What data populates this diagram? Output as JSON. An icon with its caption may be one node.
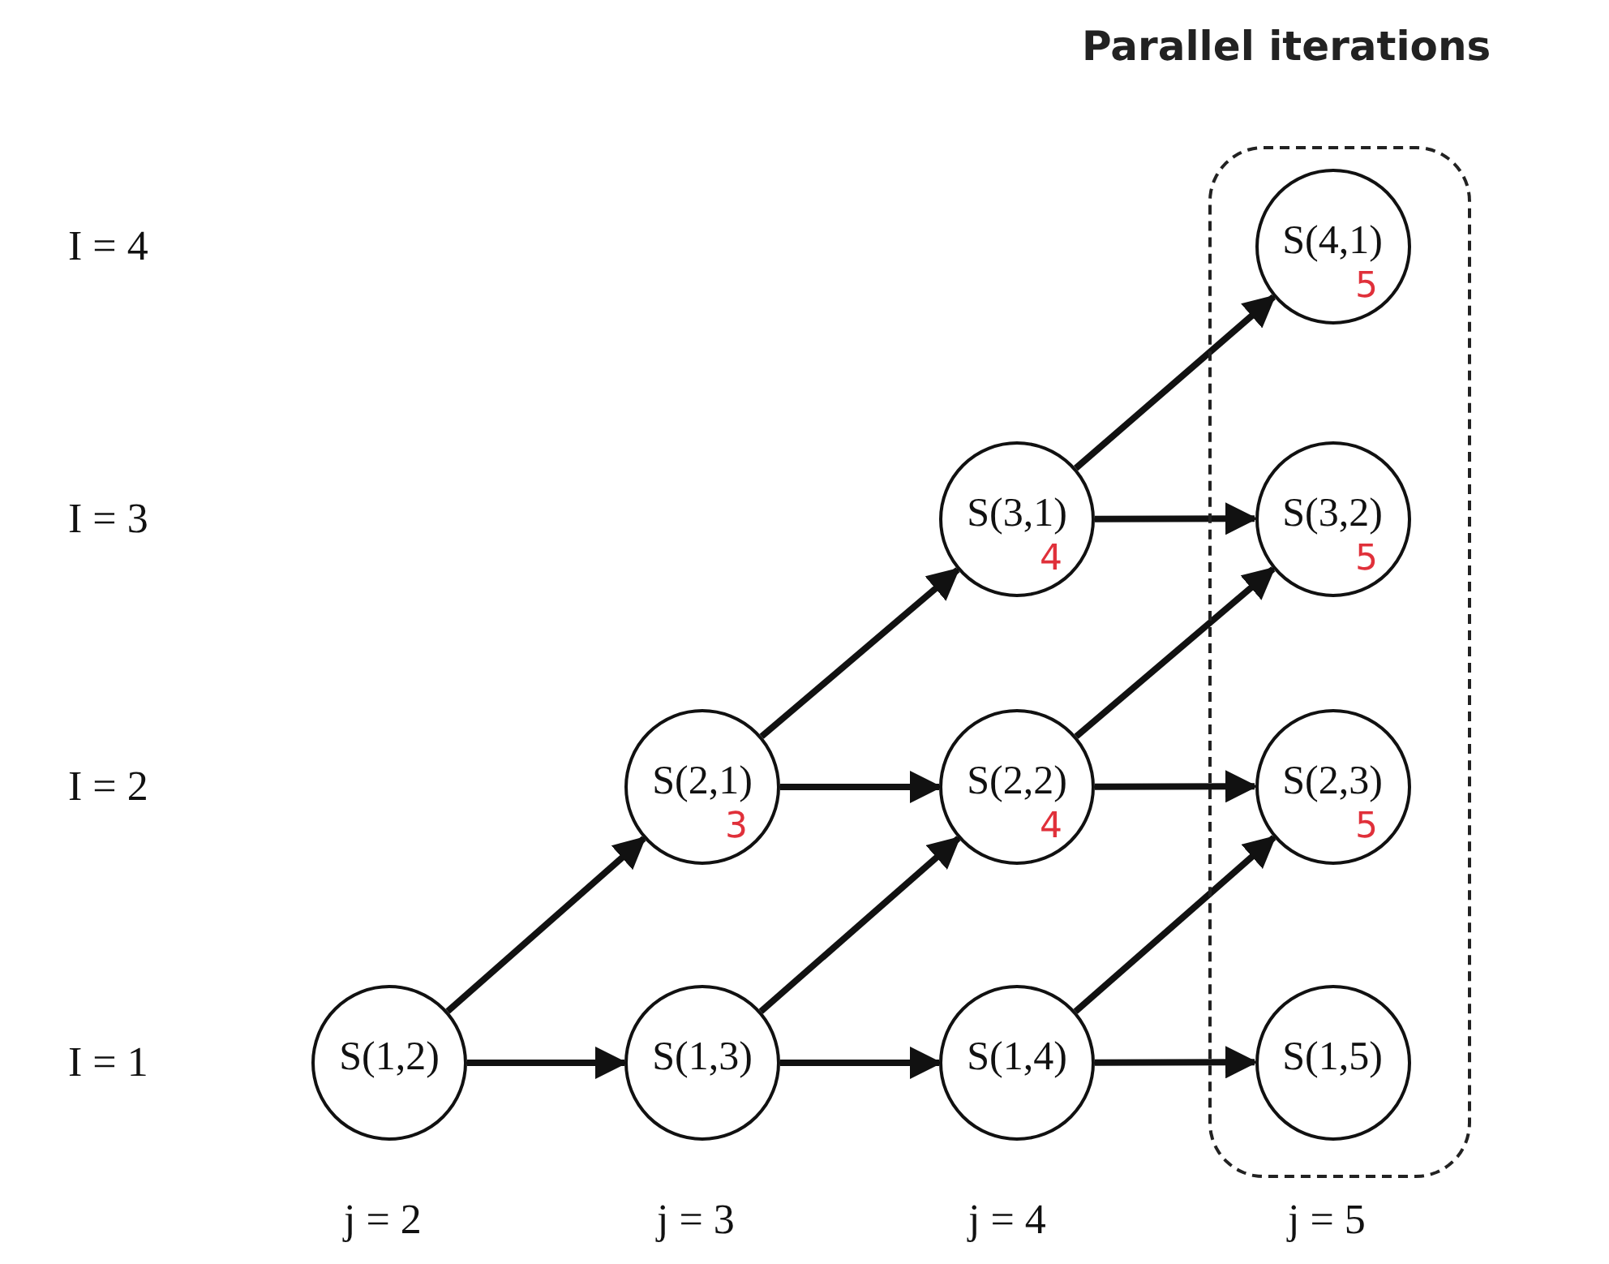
{
  "diagram": {
    "nodes": [
      {
        "text": [
          "Parallel iterations"
        ]
      },
      {
        "text": [
          "S(4,1)",
          "5"
        ],
        "in": 0
      },
      {
        "text": [
          "S(3,1)",
          "4"
        ]
      },
      {
        "text": [
          "S(3,2)",
          "5"
        ],
        "in": 0
      },
      {
        "text": [
          "S(2,1)",
          "3"
        ]
      },
      {
        "text": [
          "S(2,2)",
          "4"
        ]
      },
      {
        "text": [
          "S(2,3)",
          "5"
        ],
        "in": 0
      },
      {
        "text": [
          "S(1,2)"
        ]
      },
      {
        "text": [
          "S(1,3)"
        ]
      },
      {
        "text": [
          "S(1,4)"
        ]
      },
      {
        "text": [
          "S(1,5)"
        ],
        "in": 0
      }
    ],
    "edges": [
      {
        "from": 7,
        "to": 8,
        "arrow": "to"
      },
      {
        "from": 7,
        "to": 4,
        "arrow": "to"
      },
      {
        "from": 8,
        "to": 9,
        "arrow": "to"
      },
      {
        "from": 8,
        "to": 5,
        "arrow": "to"
      },
      {
        "from": 4,
        "to": 5,
        "arrow": "to"
      },
      {
        "from": 4,
        "to": 2,
        "arrow": "to"
      },
      {
        "from": 9,
        "to": 10,
        "arrow": "to"
      },
      {
        "from": 9,
        "to": 6,
        "arrow": "to"
      },
      {
        "from": 5,
        "to": 6,
        "arrow": "to"
      },
      {
        "from": 5,
        "to": 3,
        "arrow": "to"
      },
      {
        "from": 2,
        "to": 3,
        "arrow": "to"
      },
      {
        "from": 2,
        "to": 1,
        "arrow": "to"
      }
    ],
    "labels": [
      "I = 4",
      "I = 3",
      "I = 2",
      "I = 1",
      "j = 2",
      "j = 3",
      "j = 4",
      "j = 5"
    ]
  }
}
